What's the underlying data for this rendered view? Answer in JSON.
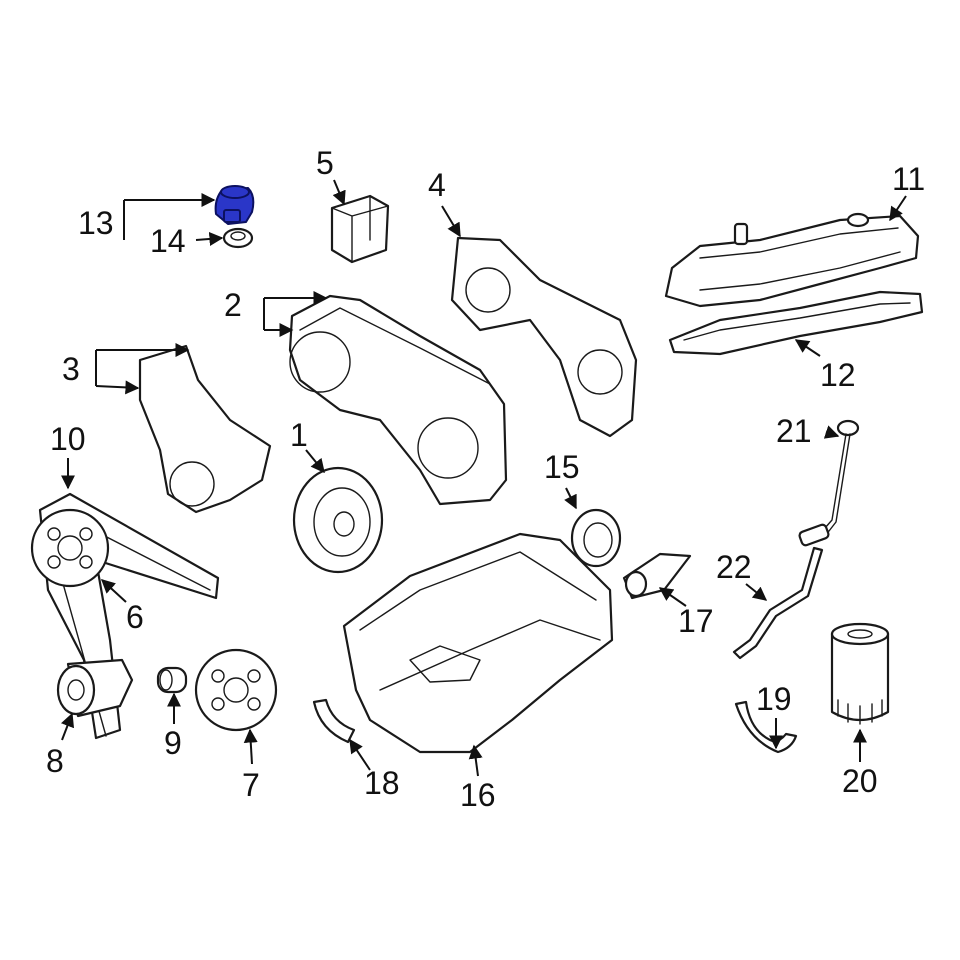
{
  "diagram": {
    "highlight_color": "#2a36c8",
    "line_color": "#1a1a1a",
    "callouts": [
      "1",
      "2",
      "3",
      "4",
      "5",
      "6",
      "7",
      "8",
      "9",
      "10",
      "11",
      "12",
      "13",
      "14",
      "15",
      "16",
      "17",
      "18",
      "19",
      "20",
      "21",
      "22"
    ]
  }
}
